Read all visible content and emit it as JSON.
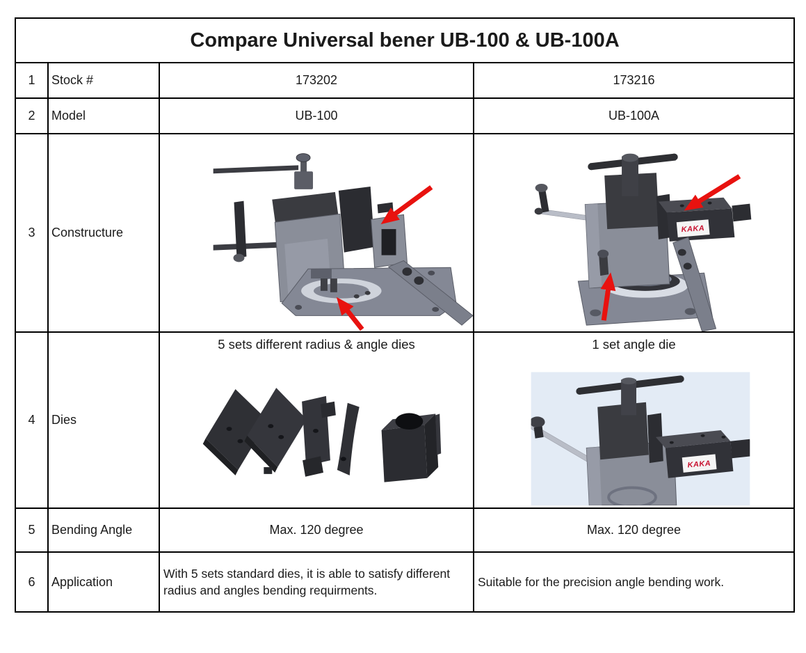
{
  "page": {
    "title": "Compare Universal bener UB-100 & UB-100A"
  },
  "rows": {
    "stock": {
      "num": "1",
      "label": "Stock #",
      "ub100": "173202",
      "ub100a": "173216"
    },
    "model": {
      "num": "2",
      "label": "Model",
      "ub100": "UB-100",
      "ub100a": "UB-100A"
    },
    "construct": {
      "num": "3",
      "label": "Constructure"
    },
    "dies": {
      "num": "4",
      "label": "Dies",
      "ub100_caption": "5 sets different radius & angle dies",
      "ub100a_caption": "1 set angle die"
    },
    "bending": {
      "num": "5",
      "label": "Bending Angle",
      "ub100": "Max. 120 degree",
      "ub100a": "Max. 120 degree"
    },
    "application": {
      "num": "6",
      "label": "Application",
      "ub100": "With 5 sets standard dies, it is able to satisfy different radius and angles bending requirments.",
      "ub100a": "Suitable for the precision angle bending work."
    }
  },
  "images": {
    "brand_label": "KAKA",
    "colors": {
      "arrow_red": "#e8120f",
      "machine_gray": "#8a8e99",
      "machine_dark": "#35363c",
      "brand_red": "#c8102e",
      "closeup_bg": "#e3ebf5"
    }
  }
}
